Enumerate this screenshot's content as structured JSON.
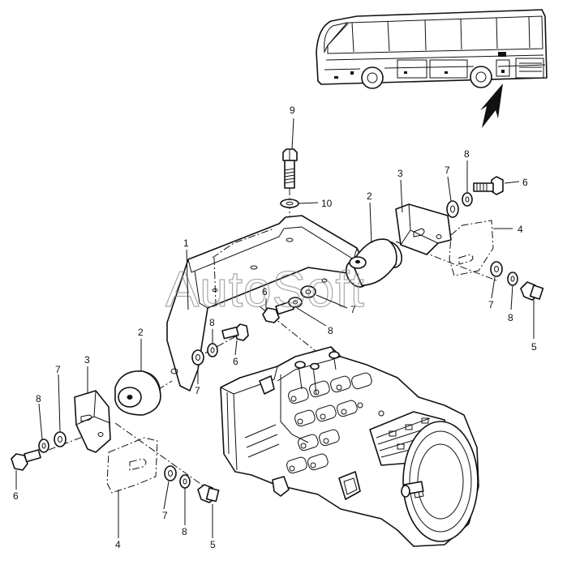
{
  "watermark": "AutoSoft",
  "callouts": {
    "c1": "1",
    "c2_top": "2",
    "c2_left": "2",
    "c3_top": "3",
    "c3_left": "3",
    "c4_right": "4",
    "c4_bottom": "4",
    "c5_right": "5",
    "c5_bottom": "5",
    "c6_top": "6",
    "c6_mid_left": "6",
    "c6_mid": "6",
    "c6_left": "6",
    "c7_top": "7",
    "c7_right": "7",
    "c7_mid_center": "7",
    "c7_mid": "7",
    "c7_left": "7",
    "c7_bottom": "7",
    "c8_top": "8",
    "c8_right": "8",
    "c8_mid_center": "8",
    "c8_mid": "8",
    "c8_left": "8",
    "c8_bottom": "8",
    "c9": "9",
    "c10": "10"
  }
}
